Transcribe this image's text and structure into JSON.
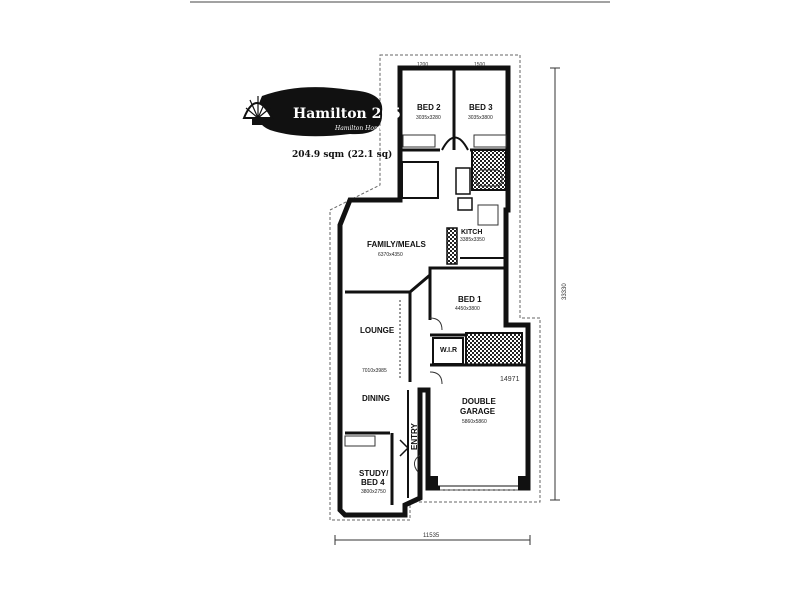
{
  "logo": {
    "title": "Hamilton 205",
    "subtitle": "Hamilton Homes",
    "area": "204.9 sqm (22.1 sq)",
    "icon": "shell-icon"
  },
  "rooms": {
    "bed2": {
      "name": "BED 2",
      "size": "3035x3280"
    },
    "bed3": {
      "name": "BED 3",
      "size": "3035x3800"
    },
    "family": {
      "name": "FAMILY/MEALS",
      "size": "6370x4350"
    },
    "kitchen": {
      "name": "KITCH",
      "size": "3385x3350"
    },
    "bed1": {
      "name": "BED 1",
      "size": "4450x3800"
    },
    "lounge": {
      "name": "LOUNGE",
      "size": "7010x3985"
    },
    "dining": {
      "name": "DINING"
    },
    "wir": {
      "name": "W.I.R"
    },
    "garage": {
      "name": "DOUBLE",
      "name2": "GARAGE",
      "size": "5860x5860"
    },
    "entry": {
      "name": "ENTRY"
    },
    "study": {
      "name": "STUDY/",
      "name2": "BED 4",
      "size": "3800x2750"
    }
  },
  "dimensions": {
    "total_width": "11535",
    "total_depth": "33330",
    "garage_dim": "14971",
    "top_left": "1200",
    "top_right": "1500"
  }
}
